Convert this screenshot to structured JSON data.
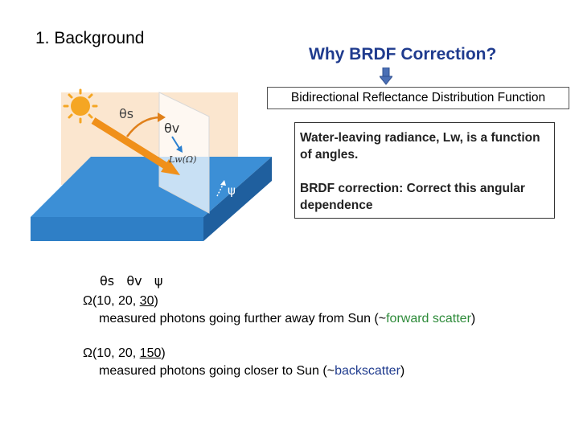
{
  "section_title": "1. Background",
  "slide_title": "Why BRDF Correction?",
  "definition": "Bidirectional Reflectance Distribution Function",
  "info_box": {
    "p1": "Water-leaving radiance, Lw, is a function of angles.",
    "p2": "BRDF correction: Correct this angular dependence"
  },
  "diagram": {
    "theta_s": "θs",
    "theta_v": "θv",
    "lw": "Lw(Ω)",
    "psi": "ψ"
  },
  "angles_row": "θs   θv   ψ",
  "case1": {
    "omega": "Ω",
    "open": "(10, 20, ",
    "last": "30",
    "close": ")",
    "desc_before": "measured photons going further away from Sun (~",
    "desc_highlight": "forward scatter",
    "desc_after": ")"
  },
  "case2": {
    "omega": "Ω",
    "open": "(10, 20, ",
    "last": "150",
    "close": ")",
    "desc_before": "measured photons going closer to Sun (~",
    "desc_highlight": "backscatter",
    "desc_after": ")"
  },
  "colors": {
    "title": "#1f3b8e",
    "forward": "#2e8b3a",
    "back": "#1f3b8e",
    "water_top": "#3c8fd6",
    "sky": "#fbe6cf",
    "sun": "#f5a623"
  }
}
